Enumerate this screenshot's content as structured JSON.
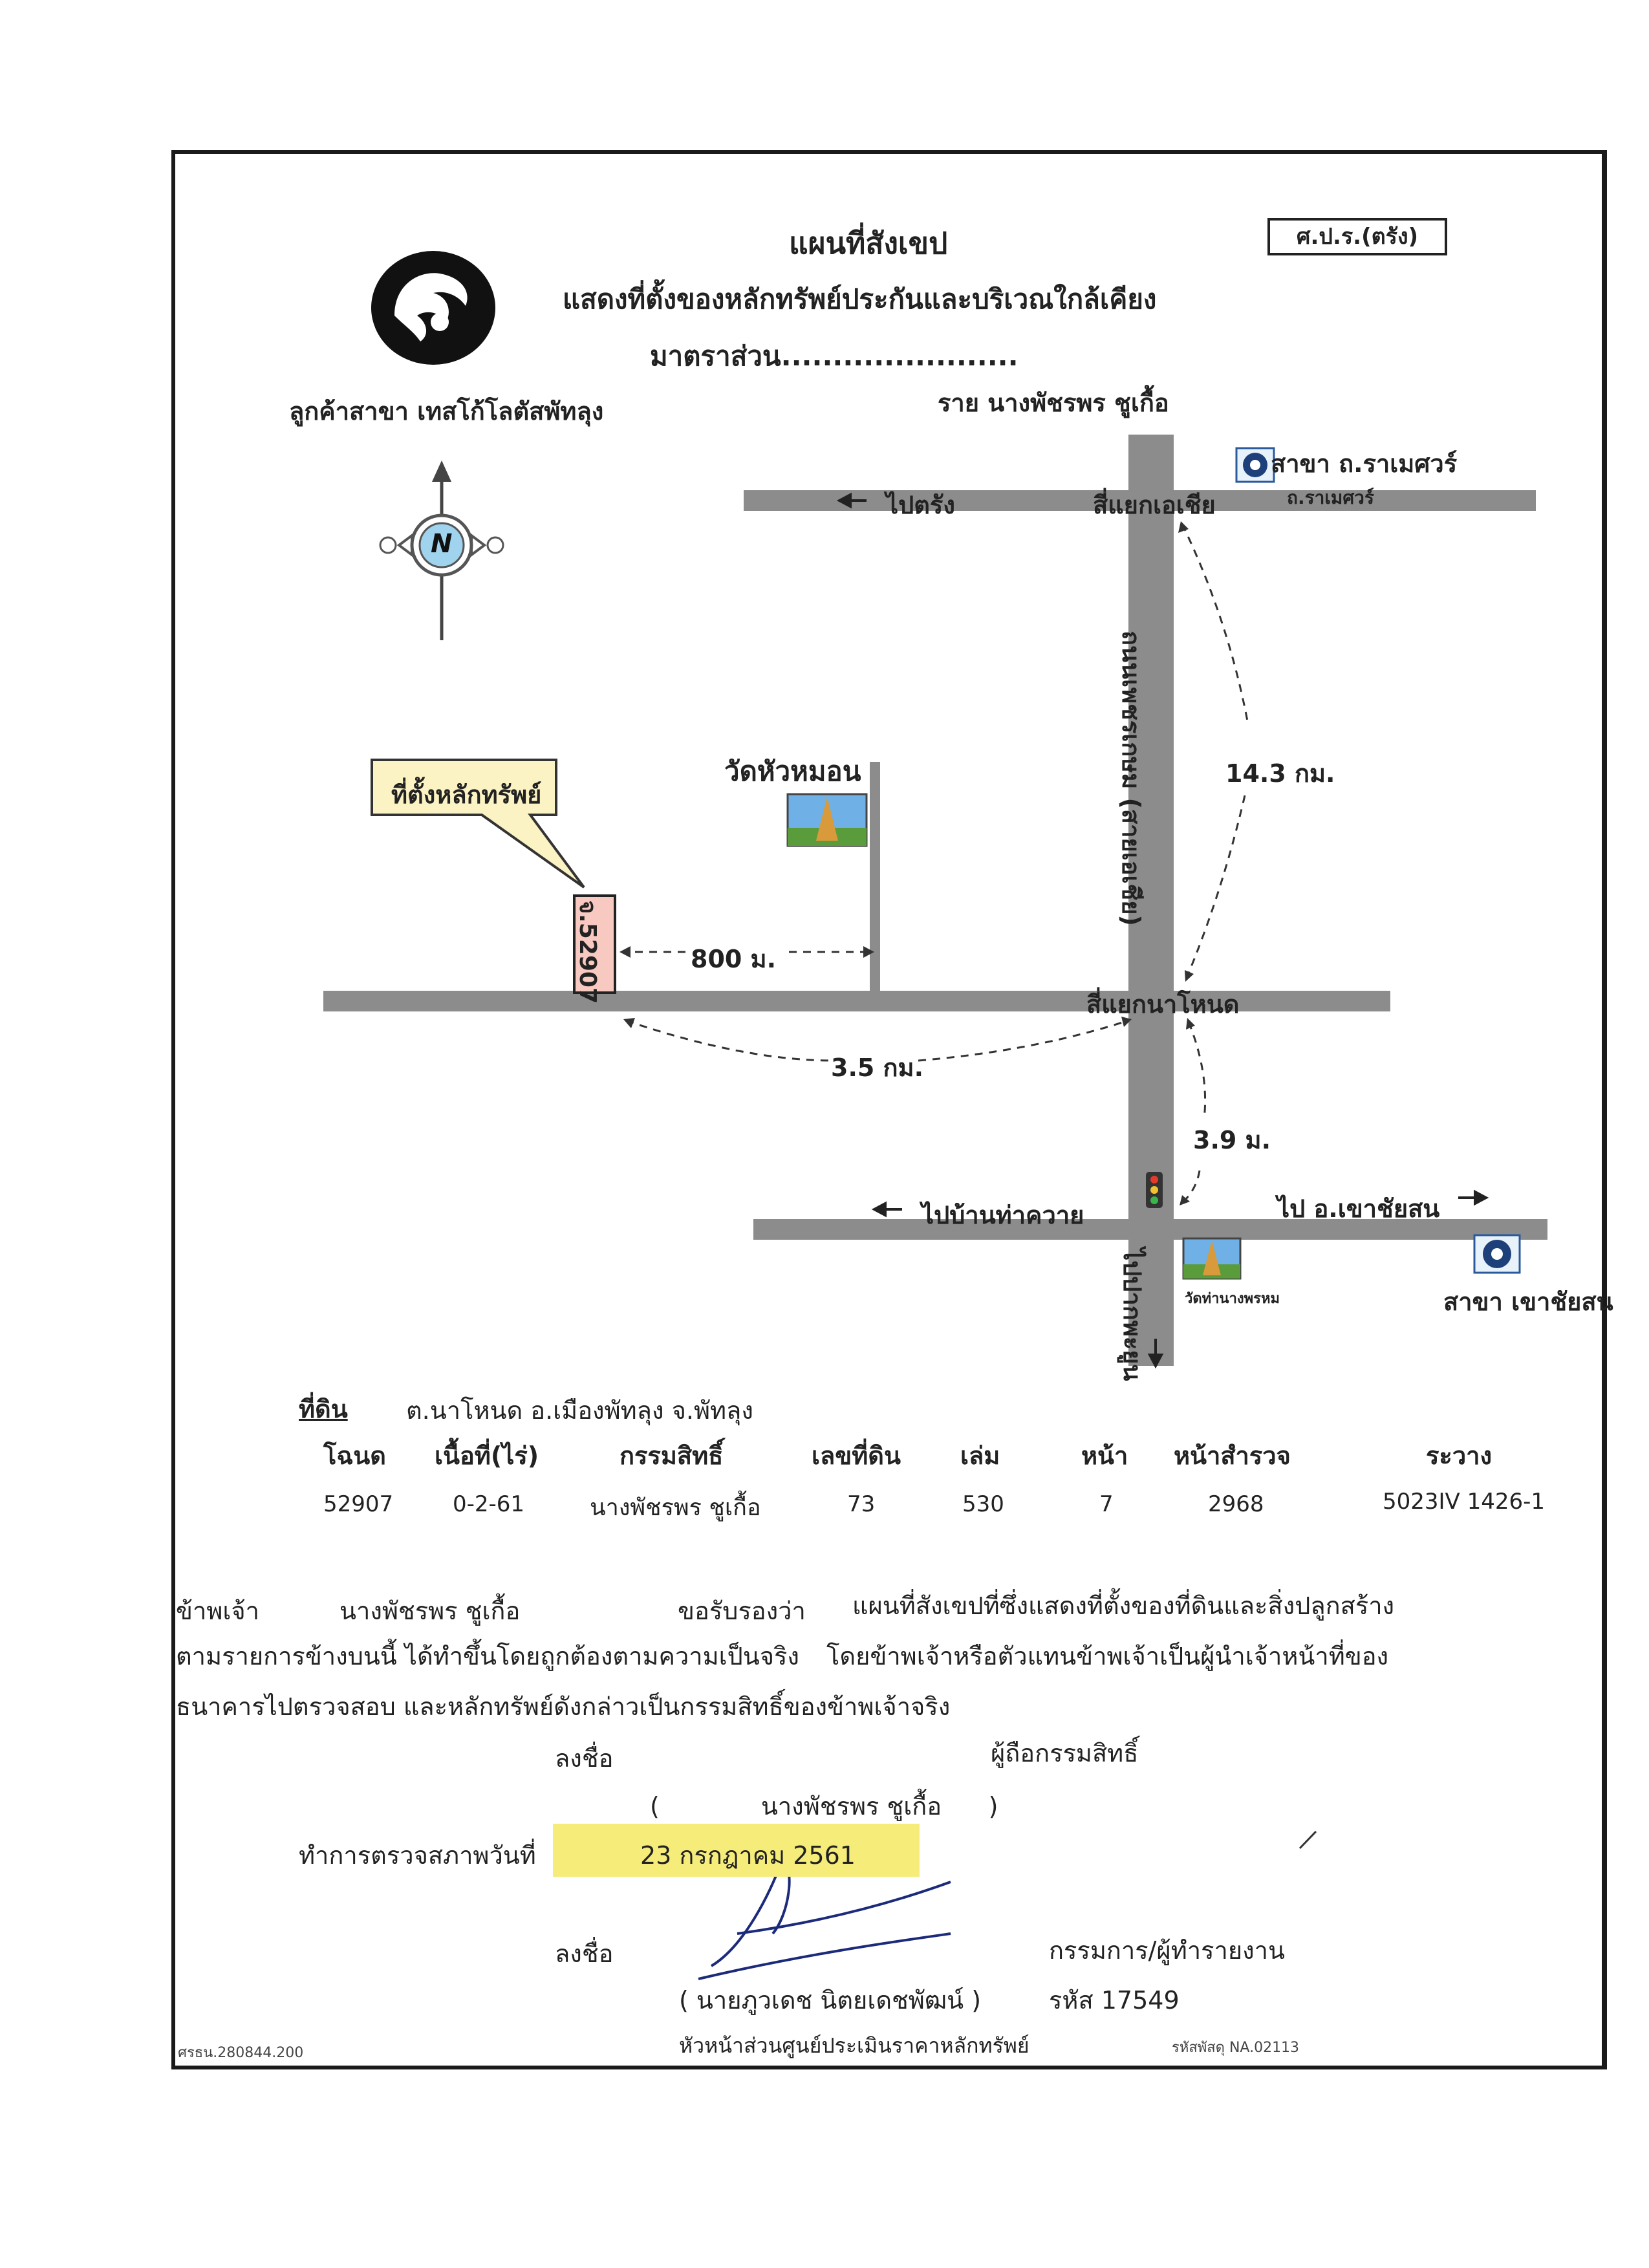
{
  "header": {
    "title": "แผนที่สังเขป",
    "subtitle": "แสดงที่ตั้งของหลักทรัพย์ประกันและบริเวณใกล้เคียง",
    "scale_label": "มาตราส่วน.......................",
    "badge": "ศ.ป.ร.(ตรัง)",
    "branch": "ลูกค้าสาขา เทสโก้โลตัสพัทลุง",
    "owner": "ราย นางพัชรพร ชูเกื้อ"
  },
  "map": {
    "compass_n": "N",
    "branch_top": "สาขา ถ.ราเมศวร์",
    "road_ramet": "ถ.ราเมศวร์",
    "to_trang": "ไปตรัง",
    "junction_asia": "สี่แยกเอเชีย",
    "highway_name": "ถนนเพชรเกษม (สายเอเชีย)",
    "dist_143": "14.3 กม.",
    "temple_huamon": "วัดหัวหมอน",
    "callout": "ที่ตั้งหลักทรัพย์",
    "parcel_tag": "จ.52907",
    "dist_800": "800 ม.",
    "junction_nawanot": "สี่แยกนาโหนด",
    "dist_35": "3.5 กม.",
    "dist_39": "3.9 ม.",
    "to_ban_tha_khwai": "ไปบ้านท่าควาย",
    "to_khao_chai_son": "ไป อ.เขาชัยสน",
    "temple_tha_nang_phrom": "วัดท่านางพรหม",
    "to_pak_phayun": "ไปปากพะยูน",
    "branch_bottom": "สาขา เขาชัยสน",
    "colors": {
      "road": "#8c8c8c",
      "callout_fill": "#fbf3c4",
      "parcel_fill": "#f7c9c0",
      "highlight": "#f5ec7a"
    }
  },
  "land": {
    "label": "ที่ดิน",
    "location": "ต.นาโหนด อ.เมืองพัทลุง จ.พัทลุง",
    "headers": [
      "โฉนด",
      "เนื้อที่(ไร่)",
      "กรรมสิทธิ์",
      "เลขที่ดิน",
      "เล่ม",
      "หน้า",
      "หน้าสำรวจ",
      "ระวาง"
    ],
    "values": [
      "52907",
      "0-2-61",
      "นางพัชรพร ชูเกื้อ",
      "73",
      "530",
      "7",
      "2968",
      "5023IV 1426-1"
    ]
  },
  "cert": {
    "l1a": "ข้าพเจ้า",
    "l1b": "นางพัชรพร ชูเกื้อ",
    "l1c": "ขอรับรองว่า",
    "l1d": "แผนที่สังเขปที่ซึ่งแสดงที่ตั้งของที่ดินและสิ่งปลูกสร้าง",
    "l2a": "ตามรายการข้างบนนี้ ได้ทำขึ้นโดยถูกต้องตามความเป็นจริง",
    "l2b": "โดยข้าพเจ้าหรือตัวแทนข้าพเจ้าเป็นผู้นำเจ้าหน้าที่ของ",
    "l3": "ธนาคารไปตรวจสอบ และหลักทรัพย์ดังกล่าวเป็นกรรมสิทธิ์ของข้าพเจ้าจริง",
    "sign1": "ลงชื่อ",
    "owner_role": "ผู้ถือกรรมสิทธิ์",
    "owner_name": "(             นางพัชรพร ชูเกื้อ      )",
    "inspect_label": "ทำการตรวจสภาพวันที่",
    "inspect_date": "23  กรกฎาคม 2561",
    "sign2": "ลงชื่อ",
    "officer_role": "กรรมการ/ผู้ทำรายงาน",
    "officer_name": "( นายภูวเดช นิตยเดชพัฒน์ )",
    "officer_code": "รหัส 17549",
    "officer_title": "หัวหน้าส่วนศูนย์ประเมินราคาหลักทรัพย์",
    "footer_left": "ศรธน.280844.200",
    "footer_right": "รหัสพัสดุ NA.02113"
  }
}
